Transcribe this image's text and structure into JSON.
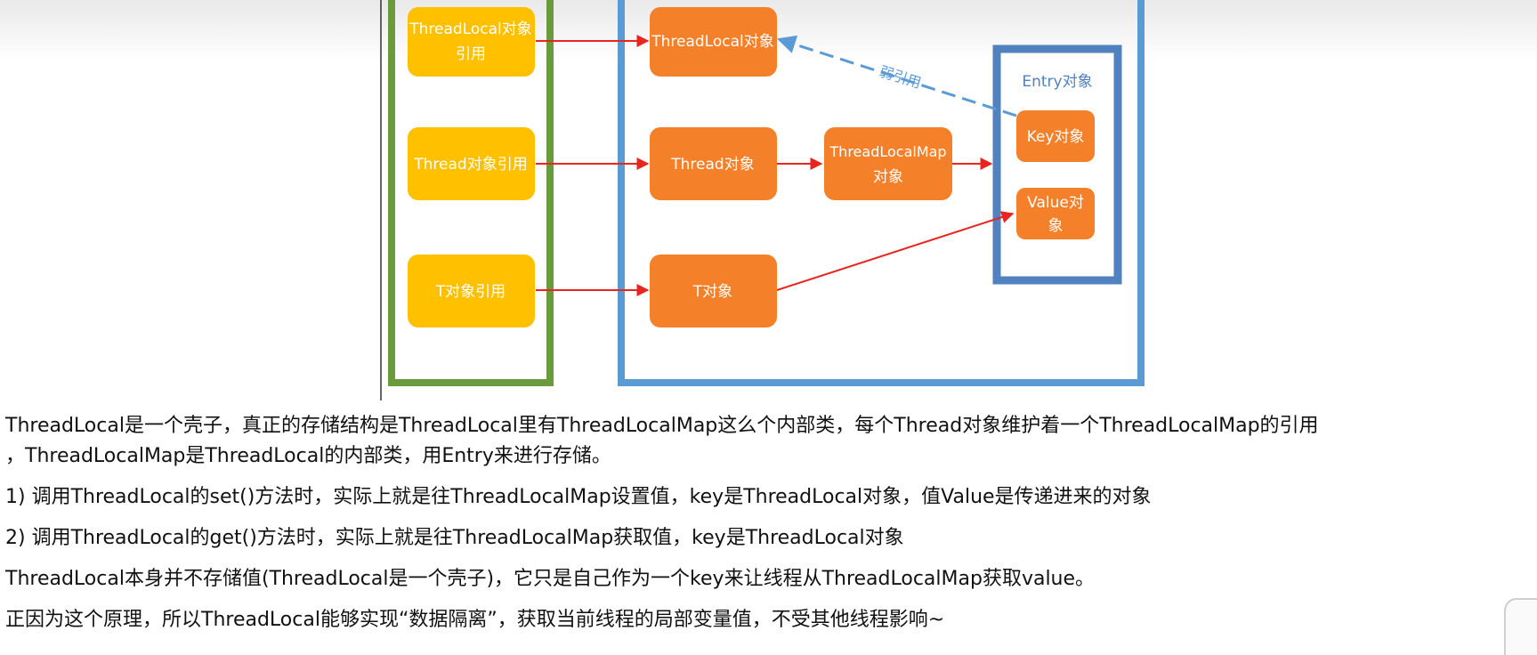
{
  "diagram": {
    "stack_nodes": {
      "threadlocal_ref": [
        "ThreadLocal对象",
        "引用"
      ],
      "thread_ref": [
        "Thread对象引用"
      ],
      "t_ref": [
        "T对象引用"
      ]
    },
    "heap_nodes": {
      "threadlocal_obj": [
        "ThreadLocal对象"
      ],
      "thread_obj": [
        "Thread对象"
      ],
      "t_obj": [
        "T对象"
      ],
      "threadlocalmap_obj": [
        "ThreadLocalMap",
        "对象"
      ]
    },
    "entry": {
      "title": "Entry对象",
      "key": [
        "Key对象"
      ],
      "value": [
        "Value对",
        "象"
      ]
    },
    "weak_ref_label": "弱引用",
    "colors": {
      "stack_border": "#6b9a3c",
      "heap_border": "#5b9bd5",
      "entry_border": "#4f82be",
      "yellow_node": "#ffc000",
      "orange_node": "#f4802a",
      "arrow_red": "#e8261f",
      "arrow_blue_dashed": "#5b9bd5",
      "entry_title": "#4f82be"
    }
  },
  "notes": {
    "p1": {
      "line1": "ThreadLocal是一个壳子，真正的存储结构是ThreadLocal里有ThreadLocalMap这么个内部类，每个Thread对象维护着一个ThreadLocalMap的引用",
      "line2": "，ThreadLocalMap是ThreadLocal的内部类，用Entry来进行存储。"
    },
    "p2": "1) 调用ThreadLocal的set()方法时，实际上就是往ThreadLocalMap设置值，key是ThreadLocal对象，值Value是传递进来的对象",
    "p3": "2) 调用ThreadLocal的get()方法时，实际上就是往ThreadLocalMap获取值，key是ThreadLocal对象",
    "p4": "ThreadLocal本身并不存储值(ThreadLocal是一个壳子)，它只是自己作为一个key来让线程从ThreadLocalMap获取value。",
    "p5": "正因为这个原理，所以ThreadLocal能够实现“数据隔离”，获取当前线程的局部变量值，不受其他线程影响~"
  }
}
